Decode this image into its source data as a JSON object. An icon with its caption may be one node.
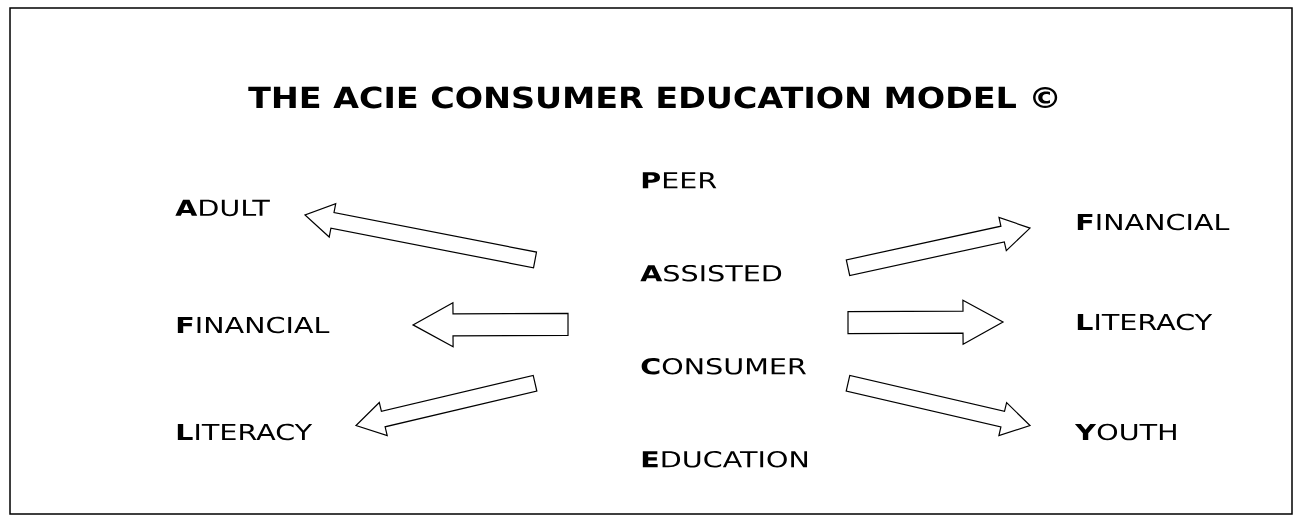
{
  "diagram": {
    "title": "THE ACIE CONSUMER EDUCATION MODEL ©",
    "nodes": [
      {
        "text": [
          "**P**EER",
          "**A**SSISTED",
          "**C**ONSUMER",
          "**E**DUCATION"
        ]
      },
      {
        "text": [
          "**A**DULT"
        ]
      },
      {
        "text": [
          "**F**INANCIAL"
        ]
      },
      {
        "text": [
          "**L**ITERACY"
        ]
      },
      {
        "text": [
          "**F**INANCIAL"
        ]
      },
      {
        "text": [
          "**L**ITERACY"
        ]
      },
      {
        "text": [
          "**Y**OUTH"
        ]
      }
    ],
    "edges": [
      {
        "from": 0,
        "to": 1,
        "arrow": "to"
      },
      {
        "from": 0,
        "to": 2,
        "arrow": "to"
      },
      {
        "from": 0,
        "to": 3,
        "arrow": "to"
      },
      {
        "from": 0,
        "to": 4,
        "arrow": "to"
      },
      {
        "from": 0,
        "to": 5,
        "arrow": "to"
      },
      {
        "from": 0,
        "to": 6,
        "arrow": "to"
      }
    ]
  }
}
